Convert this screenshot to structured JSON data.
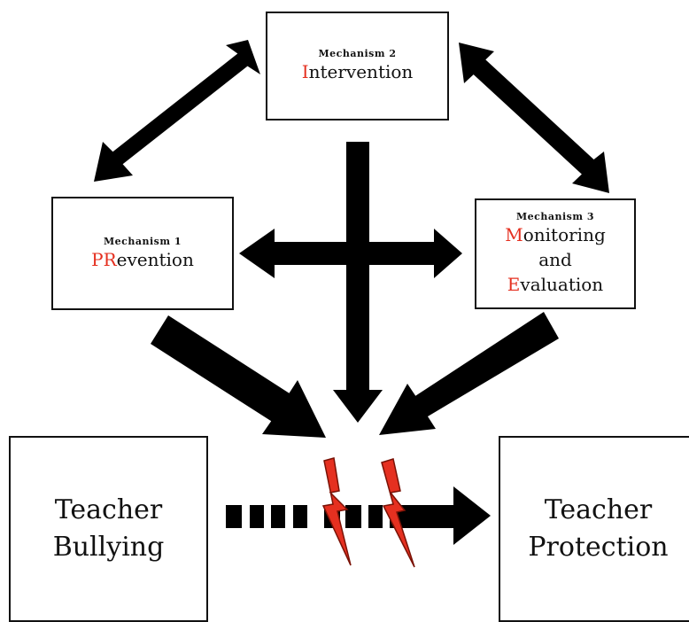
{
  "colors": {
    "accent": "#e53020",
    "arrow": "#000000",
    "lightning": "#e53020"
  },
  "mechanism2": {
    "label": "Mechanism 2",
    "initial": "I",
    "rest": "ntervention"
  },
  "mechanism1": {
    "label": "Mechanism 1",
    "initial": "PR",
    "rest": "evention"
  },
  "mechanism3": {
    "label": "Mechanism 3",
    "line1_initial": "M",
    "line1_rest": "onitoring",
    "line2": "and",
    "line3_initial": "E",
    "line3_rest": "valuation"
  },
  "bullying": {
    "line1": "Teacher",
    "line2": "Bullying"
  },
  "protection": {
    "line1": "Teacher",
    "line2": "Protection"
  },
  "icons": [
    "double-arrow",
    "down-arrow",
    "lightning-bolt-icon",
    "dashed-arrow"
  ]
}
